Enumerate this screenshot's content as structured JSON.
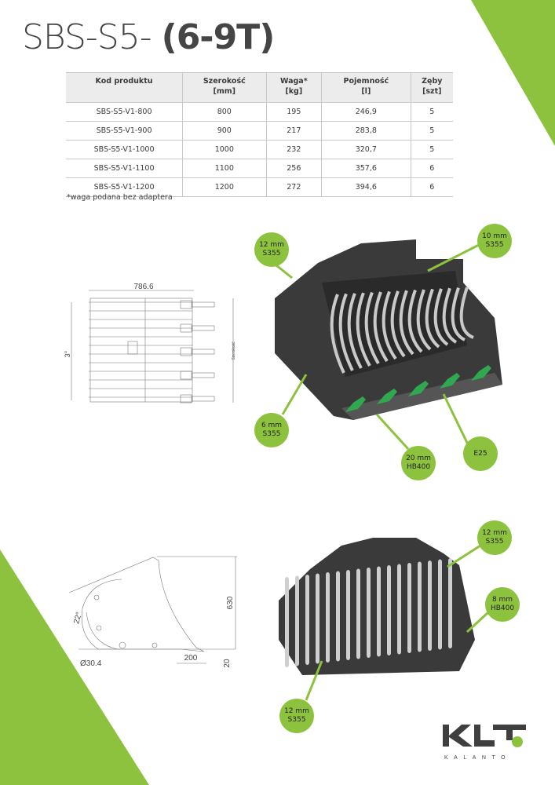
{
  "header": {
    "title_light": "SBS-S5-",
    "title_bold": "(6-9T)"
  },
  "table": {
    "headers": [
      {
        "line1": "Kod produktu",
        "line2": ""
      },
      {
        "line1": "Szerokość",
        "line2": "[mm]"
      },
      {
        "line1": "Waga*",
        "line2": "[kg]"
      },
      {
        "line1": "Pojemność",
        "line2": "[l]"
      },
      {
        "line1": "Zęby",
        "line2": "[szt]"
      }
    ],
    "rows": [
      [
        "SBS-S5-V1-800",
        "800",
        "195",
        "246,9",
        "5"
      ],
      [
        "SBS-S5-V1-900",
        "900",
        "217",
        "283,8",
        "5"
      ],
      [
        "SBS-S5-V1-1000",
        "1000",
        "232",
        "320,7",
        "5"
      ],
      [
        "SBS-S5-V1-1100",
        "1100",
        "256",
        "357,6",
        "6"
      ],
      [
        "SBS-S5-V1-1200",
        "1200",
        "272",
        "394,6",
        "6"
      ]
    ]
  },
  "note": "*waga podana bez adaptera",
  "drawing_top": {
    "width_dim": "786.6",
    "angle": "3°",
    "side_label": "Szerokość"
  },
  "drawing_side": {
    "angle": "22°",
    "height": "630",
    "length": "200",
    "thickness": "20",
    "diameter": "Ø30.4"
  },
  "callouts": [
    {
      "line1": "12 mm",
      "line2": "S355"
    },
    {
      "line1": "10 mm",
      "line2": "S355"
    },
    {
      "line1": "6 mm",
      "line2": "S355"
    },
    {
      "line1": "20 mm",
      "line2": "HB400"
    },
    {
      "line1": "E25",
      "line2": ""
    },
    {
      "line1": "12 mm",
      "line2": "S355"
    },
    {
      "line1": "8 mm",
      "line2": "HB400"
    },
    {
      "line1": "12 mm",
      "line2": "S355"
    }
  ],
  "logo": {
    "mark": "KLT",
    "name": "KALANTO"
  },
  "colors": {
    "accent": "#8dc23e",
    "text": "#454545",
    "steel": "#3a3a3a"
  }
}
